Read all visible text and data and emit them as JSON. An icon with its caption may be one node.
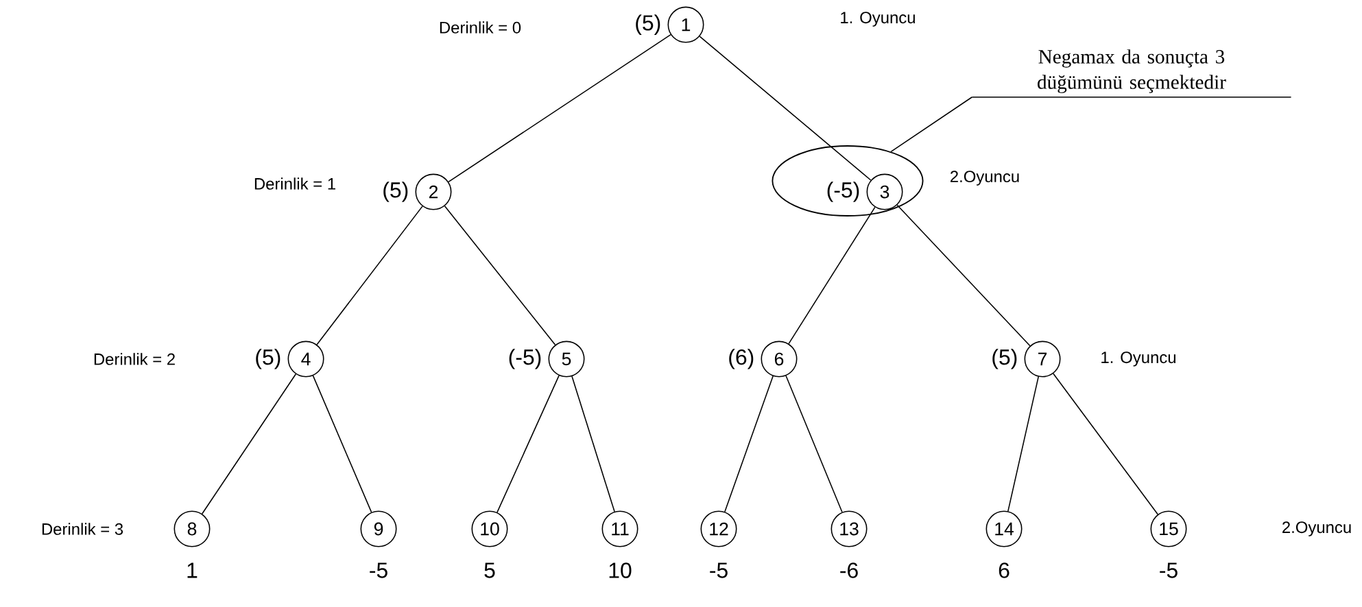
{
  "diagram": {
    "nodes": [
      {
        "text": [
          "1"
        ],
        "beside": [
          "(5)"
        ]
      },
      {
        "text": [
          "2"
        ],
        "beside": [
          "(5)"
        ]
      },
      {
        "text": [],
        "shape": "ellipse"
      },
      {
        "text": [
          "3"
        ],
        "in": 2,
        "beside": [
          "(-5)"
        ]
      },
      {
        "text": [
          "4"
        ],
        "beside": [
          "(5)"
        ]
      },
      {
        "text": [
          "5"
        ],
        "beside": [
          "(-5)"
        ]
      },
      {
        "text": [
          "6"
        ],
        "beside": [
          "(6)"
        ]
      },
      {
        "text": [
          "7"
        ],
        "beside": [
          "(5)"
        ]
      },
      {
        "text": [
          "8"
        ],
        "beside": [
          "1"
        ]
      },
      {
        "text": [
          "9"
        ],
        "beside": [
          "-5"
        ]
      },
      {
        "text": [
          "10"
        ],
        "beside": [
          "5"
        ]
      },
      {
        "text": [
          "11"
        ],
        "beside": [
          "10"
        ]
      },
      {
        "text": [
          "12"
        ],
        "beside": [
          "-5"
        ]
      },
      {
        "text": [
          "13"
        ],
        "beside": [
          "-6"
        ]
      },
      {
        "text": [
          "14"
        ],
        "beside": [
          "6"
        ]
      },
      {
        "text": [
          "15"
        ],
        "beside": [
          "-5"
        ]
      },
      {
        "text": [
          "Negamax da sonuçta 3 düğümünü seçmektedir"
        ]
      }
    ],
    "edges": [
      {
        "from": 0,
        "to": 1,
        "arrow": "none"
      },
      {
        "from": 0,
        "to": 3,
        "arrow": "none"
      },
      {
        "from": 1,
        "to": 4,
        "arrow": "none"
      },
      {
        "from": 1,
        "to": 5,
        "arrow": "none"
      },
      {
        "from": 3,
        "to": 6,
        "arrow": "none"
      },
      {
        "from": 3,
        "to": 7,
        "arrow": "none"
      },
      {
        "from": 4,
        "to": 8,
        "arrow": "none"
      },
      {
        "from": 4,
        "to": 9,
        "arrow": "none"
      },
      {
        "from": 5,
        "to": 10,
        "arrow": "none"
      },
      {
        "from": 5,
        "to": 11,
        "arrow": "none"
      },
      {
        "from": 6,
        "to": 12,
        "arrow": "none"
      },
      {
        "from": 6,
        "to": 13,
        "arrow": "none"
      },
      {
        "from": 7,
        "to": 14,
        "arrow": "none"
      },
      {
        "from": 7,
        "to": 15,
        "arrow": "none"
      },
      {
        "from": 16,
        "to": 2,
        "arrow": "none"
      }
    ],
    "labels": [
      "Derinlik = 0",
      "1. Oyuncu",
      "Derinlik = 1",
      "2.Oyuncu",
      "Derinlik = 2",
      "1. Oyuncu",
      "Derinlik = 3",
      "2.Oyuncu"
    ]
  }
}
